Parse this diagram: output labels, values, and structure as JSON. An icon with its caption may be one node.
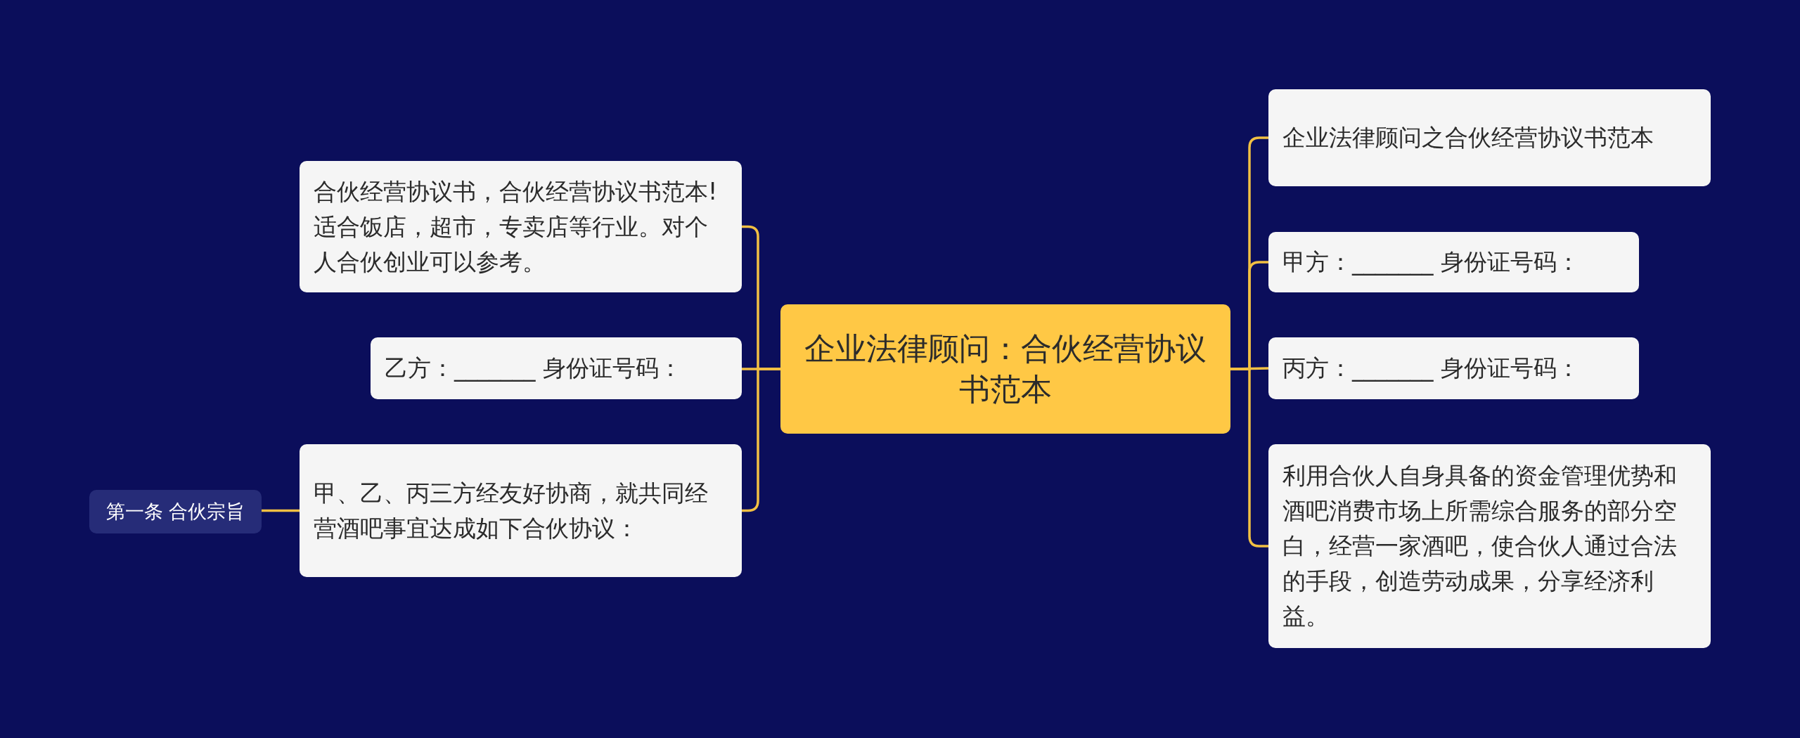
{
  "diagram": {
    "nodes": [
      {
        "text": [
          "企业法律顾问：合伙经营协议书范本"
        ]
      },
      {
        "text": [
          "合伙经营协议书，合伙经营协议书范本!适合饭店，超市，专卖店等行业。对个人合伙创业可以参考。"
        ]
      },
      {
        "text": [
          "乙方：_______ 身份证号码："
        ]
      },
      {
        "text": [
          "甲、乙、丙三方经友好协商，就共同经营酒吧事宜达成如下合伙协议："
        ]
      },
      {
        "text": [
          "第一条 合伙宗旨"
        ]
      },
      {
        "text": [
          "企业法律顾问之合伙经营协议书范本"
        ]
      },
      {
        "text": [
          "甲方：_______ 身份证号码："
        ]
      },
      {
        "text": [
          "丙方：_______ 身份证号码："
        ]
      },
      {
        "text": [
          "利用合伙人自身具备的资金管理优势和酒吧消费市场上所需综合服务的部分空白，经营一家酒吧，使合伙人通过合法的手段，创造劳动成果，分享经济利益。"
        ]
      }
    ],
    "edges": [
      {
        "from": 0,
        "to": 1,
        "arrow": "none"
      },
      {
        "from": 0,
        "to": 2,
        "arrow": "none"
      },
      {
        "from": 0,
        "to": 3,
        "arrow": "none"
      },
      {
        "from": 3,
        "to": 4,
        "arrow": "none"
      },
      {
        "from": 0,
        "to": 5,
        "arrow": "none"
      },
      {
        "from": 0,
        "to": 6,
        "arrow": "none"
      },
      {
        "from": 0,
        "to": 7,
        "arrow": "none"
      },
      {
        "from": 0,
        "to": 8,
        "arrow": "none"
      }
    ]
  }
}
